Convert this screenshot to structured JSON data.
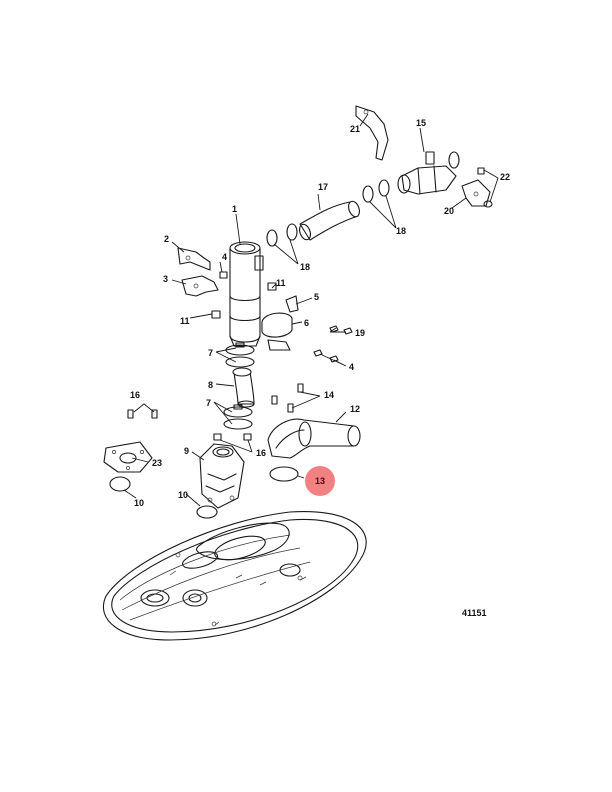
{
  "figure": {
    "number": "41151"
  },
  "highlight": {
    "color": "#f26b6b",
    "label": "13"
  },
  "callouts": [
    {
      "id": "c1",
      "label": "1"
    },
    {
      "id": "c2",
      "label": "2"
    },
    {
      "id": "c3",
      "label": "3"
    },
    {
      "id": "c4a",
      "label": "4"
    },
    {
      "id": "c4b",
      "label": "4"
    },
    {
      "id": "c5",
      "label": "5"
    },
    {
      "id": "c6",
      "label": "6"
    },
    {
      "id": "c7a",
      "label": "7"
    },
    {
      "id": "c7b",
      "label": "7"
    },
    {
      "id": "c8",
      "label": "8"
    },
    {
      "id": "c9",
      "label": "9"
    },
    {
      "id": "c10a",
      "label": "10"
    },
    {
      "id": "c10b",
      "label": "10"
    },
    {
      "id": "c11a",
      "label": "11"
    },
    {
      "id": "c11b",
      "label": "11"
    },
    {
      "id": "c12",
      "label": "12"
    },
    {
      "id": "c14",
      "label": "14"
    },
    {
      "id": "c15",
      "label": "15"
    },
    {
      "id": "c16a",
      "label": "16"
    },
    {
      "id": "c16b",
      "label": "16"
    },
    {
      "id": "c17",
      "label": "17"
    },
    {
      "id": "c18a",
      "label": "18"
    },
    {
      "id": "c18b",
      "label": "18"
    },
    {
      "id": "c19",
      "label": "19"
    },
    {
      "id": "c20",
      "label": "20"
    },
    {
      "id": "c21",
      "label": "21"
    },
    {
      "id": "c22",
      "label": "22"
    },
    {
      "id": "c23",
      "label": "23"
    }
  ]
}
